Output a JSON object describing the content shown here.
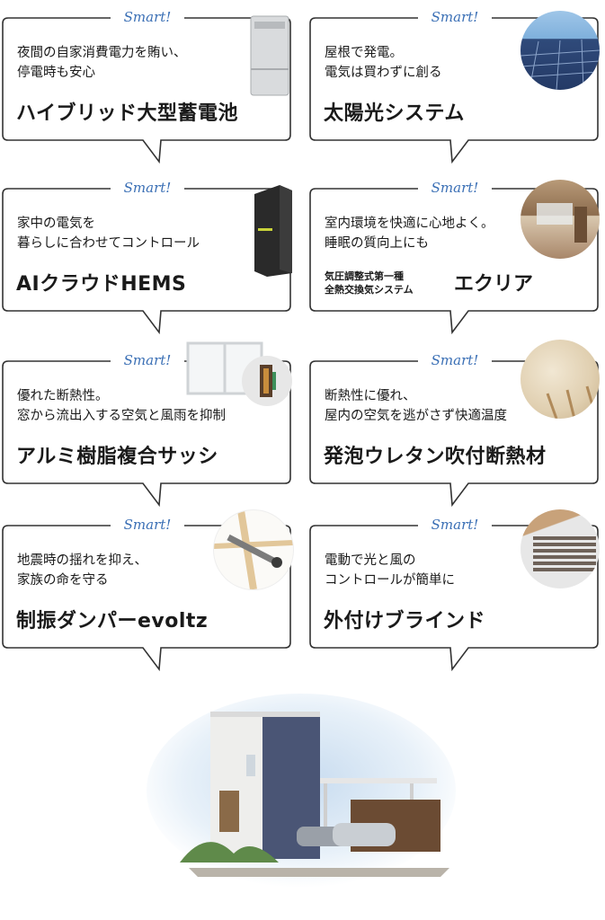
{
  "smart_label": "Smart!",
  "cards": [
    {
      "desc1": "夜間の自家消費電力を賄い、",
      "desc2": "停電時も安心",
      "title": "ハイブリッド大型蓄電池"
    },
    {
      "desc1": "屋根で発電。",
      "desc2": "電気は買わずに創る",
      "title": "太陽光システム"
    },
    {
      "desc1": "家中の電気を",
      "desc2": "暮らしに合わせてコントロール",
      "title": "AIクラウドHEMS"
    },
    {
      "desc1": "室内環境を快適に心地よく。",
      "desc2": "睡眠の質向上にも",
      "small1": "気圧調整式第一種",
      "small2": "全熱交換気システム",
      "title": "エクリア"
    },
    {
      "desc1": "優れた断熱性。",
      "desc2": "窓から流出入する空気と風雨を抑制",
      "title": "アルミ樹脂複合サッシ"
    },
    {
      "desc1": "断熱性に優れ、",
      "desc2": "屋内の空気を逃がさず快適温度",
      "title": "発泡ウレタン吹付断熱材"
    },
    {
      "desc1": "地震時の揺れを抑え、",
      "desc2": "家族の命を守る",
      "title": "制振ダンパーevoltz"
    },
    {
      "desc1": "電動で光と風の",
      "desc2": "コントロールが簡単に",
      "title": "外付けブラインド"
    }
  ]
}
